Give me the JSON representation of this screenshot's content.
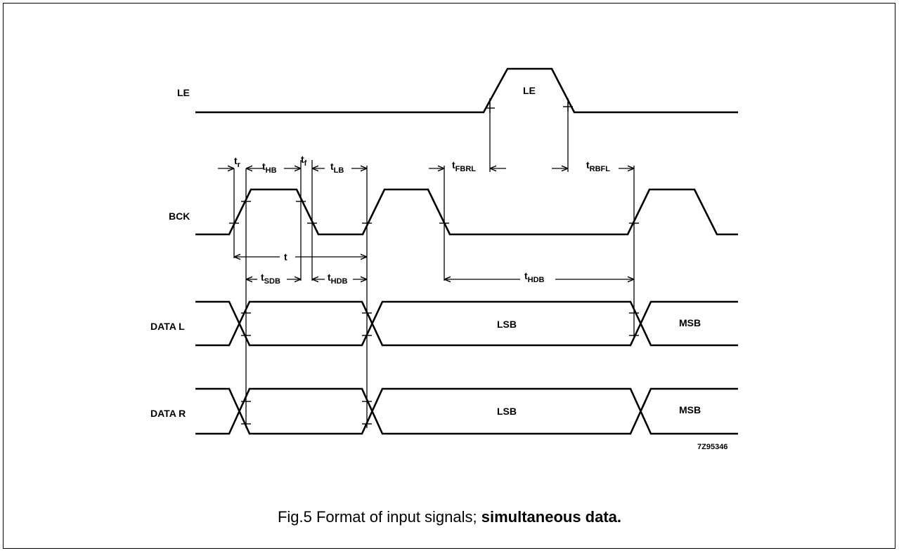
{
  "signals": {
    "le": "LE",
    "bck": "BCK",
    "data_l": "DATA L",
    "data_r": "DATA R"
  },
  "pulse_labels": {
    "le_pulse": "LE",
    "lsb_l": "LSB",
    "msb_l": "MSB",
    "lsb_r": "LSB",
    "msb_r": "MSB"
  },
  "timing": {
    "tr": {
      "main": "t",
      "sub": "r"
    },
    "thb": {
      "main": "t",
      "sub": "HB"
    },
    "tf": {
      "main": "t",
      "sub": "f"
    },
    "tlb": {
      "main": "t",
      "sub": "LB"
    },
    "tfbrl": {
      "main": "t",
      "sub": "FBRL"
    },
    "trbfl": {
      "main": "t",
      "sub": "RBFL"
    },
    "t": {
      "main": "t"
    },
    "tsdb": {
      "main": "t",
      "sub": "SDB"
    },
    "thdb1": {
      "main": "t",
      "sub": "HDB"
    },
    "thdb2": {
      "main": "t",
      "sub": "HDB"
    }
  },
  "figure_code": "7Z95346",
  "caption": {
    "prefix": "Fig.5  Format of input signals; ",
    "bold": "simultaneous data."
  }
}
